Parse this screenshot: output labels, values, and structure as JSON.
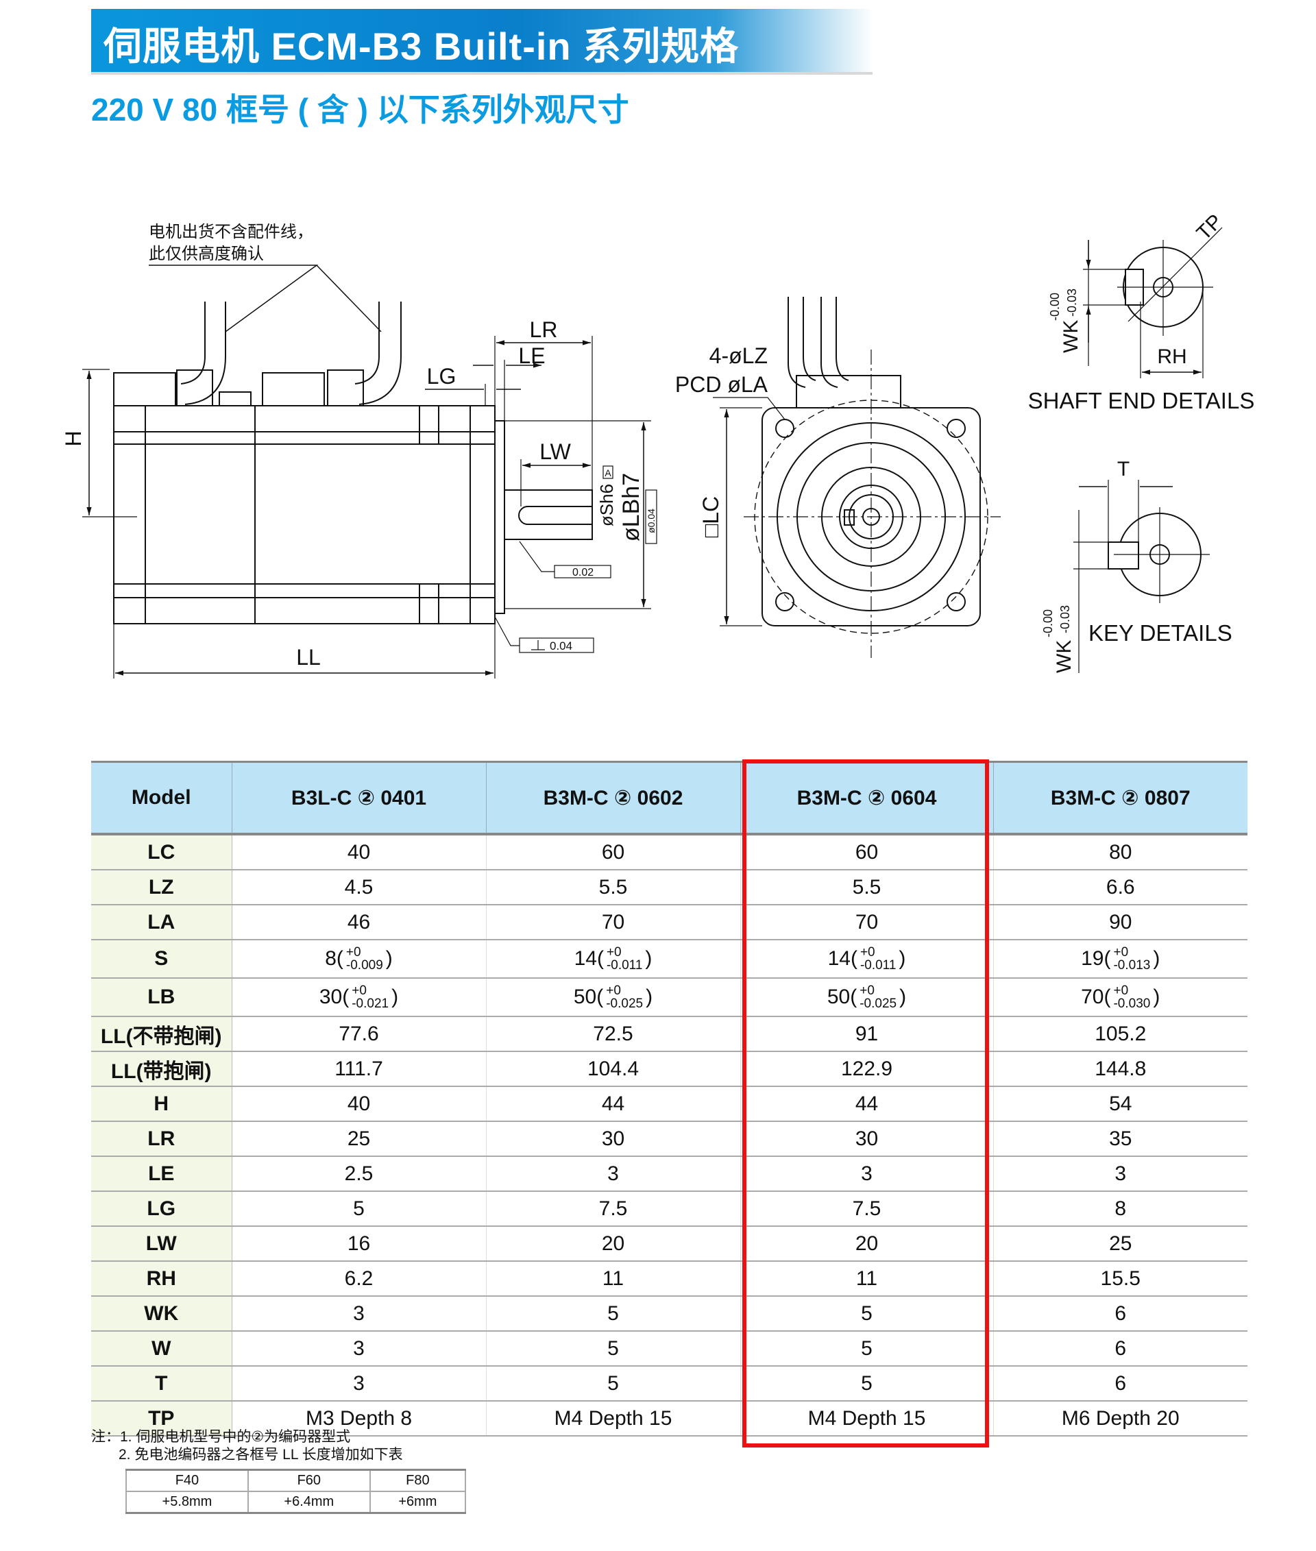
{
  "header": {
    "title": "伺服电机 ECM-B3 Built-in 系列规格",
    "subtitle": "220 V 80 框号 ( 含 ) 以下系列外观尺寸"
  },
  "drawing": {
    "note_line1": "电机出货不含配件线，",
    "note_line2": "此仅供高度确认",
    "labels": {
      "H": "H",
      "LL": "LL",
      "LR": "LR",
      "LE": "LE",
      "LG": "LG",
      "LW": "LW",
      "S": "øSh6",
      "LB": "øLBh7",
      "LZ": "4-øLZ",
      "LA": "PCD øLA",
      "LC": "□LC",
      "TP": "TP",
      "RH": "RH",
      "T": "T",
      "WK": "WK",
      "WK_upper": "-0.00",
      "WK_lower": "-0.03",
      "runout": "0.02",
      "perp": "0.04",
      "conc": "ø0.04",
      "datum": "A",
      "shaft_end": "SHAFT END DETAILS",
      "key": "KEY DETAILS"
    }
  },
  "table": {
    "corner": "Model",
    "models": [
      "B3L-C ② 0401",
      "B3M-C ② 0602",
      "B3M-C ② 0604",
      "B3M-C ② 0807"
    ],
    "highlighted_model_index": 2,
    "highlight_color": "#ee1111",
    "rows": [
      {
        "label": "LC",
        "values": [
          "40",
          "60",
          "60",
          "80"
        ]
      },
      {
        "label": "LZ",
        "values": [
          "4.5",
          "5.5",
          "5.5",
          "6.6"
        ]
      },
      {
        "label": "LA",
        "values": [
          "46",
          "70",
          "70",
          "90"
        ]
      },
      {
        "label": "S",
        "tol": [
          {
            "base": "8(",
            "upper": "+0",
            "lower": "-0.009",
            "close": ")"
          },
          {
            "base": "14(",
            "upper": "+0",
            "lower": "-0.011",
            "close": ")"
          },
          {
            "base": "14(",
            "upper": "+0",
            "lower": "-0.011",
            "close": ")"
          },
          {
            "base": "19(",
            "upper": "+0",
            "lower": "-0.013",
            "close": ")"
          }
        ]
      },
      {
        "label": "LB",
        "tol": [
          {
            "base": "30(",
            "upper": "+0",
            "lower": "-0.021",
            "close": ")"
          },
          {
            "base": "50(",
            "upper": "+0",
            "lower": "-0.025",
            "close": ")"
          },
          {
            "base": "50(",
            "upper": "+0",
            "lower": "-0.025",
            "close": ")"
          },
          {
            "base": "70(",
            "upper": "+0",
            "lower": "-0.030",
            "close": ")"
          }
        ]
      },
      {
        "label": "LL(不带抱闸)",
        "values": [
          "77.6",
          "72.5",
          "91",
          "105.2"
        ]
      },
      {
        "label": "LL(带抱闸)",
        "values": [
          "111.7",
          "104.4",
          "122.9",
          "144.8"
        ]
      },
      {
        "label": "H",
        "values": [
          "40",
          "44",
          "44",
          "54"
        ]
      },
      {
        "label": "LR",
        "values": [
          "25",
          "30",
          "30",
          "35"
        ]
      },
      {
        "label": "LE",
        "values": [
          "2.5",
          "3",
          "3",
          "3"
        ]
      },
      {
        "label": "LG",
        "values": [
          "5",
          "7.5",
          "7.5",
          "8"
        ]
      },
      {
        "label": "LW",
        "values": [
          "16",
          "20",
          "20",
          "25"
        ]
      },
      {
        "label": "RH",
        "values": [
          "6.2",
          "11",
          "11",
          "15.5"
        ]
      },
      {
        "label": "WK",
        "values": [
          "3",
          "5",
          "5",
          "6"
        ]
      },
      {
        "label": "W",
        "values": [
          "3",
          "5",
          "5",
          "6"
        ]
      },
      {
        "label": "T",
        "values": [
          "3",
          "5",
          "5",
          "6"
        ]
      },
      {
        "label": "TP",
        "values": [
          "M3 Depth 8",
          "M4 Depth 15",
          "M4 Depth 15",
          "M6 Depth 20"
        ]
      }
    ]
  },
  "notes": {
    "line1": "注：1. 伺服电机型号中的②为编码器型式",
    "line2": "2. 免电池编码器之各框号 LL 长度增加如下表",
    "extra_table": {
      "headers": [
        "F40",
        "F60",
        "F80"
      ],
      "values": [
        "+5.8mm",
        "+6.4mm",
        "+6mm"
      ]
    }
  }
}
